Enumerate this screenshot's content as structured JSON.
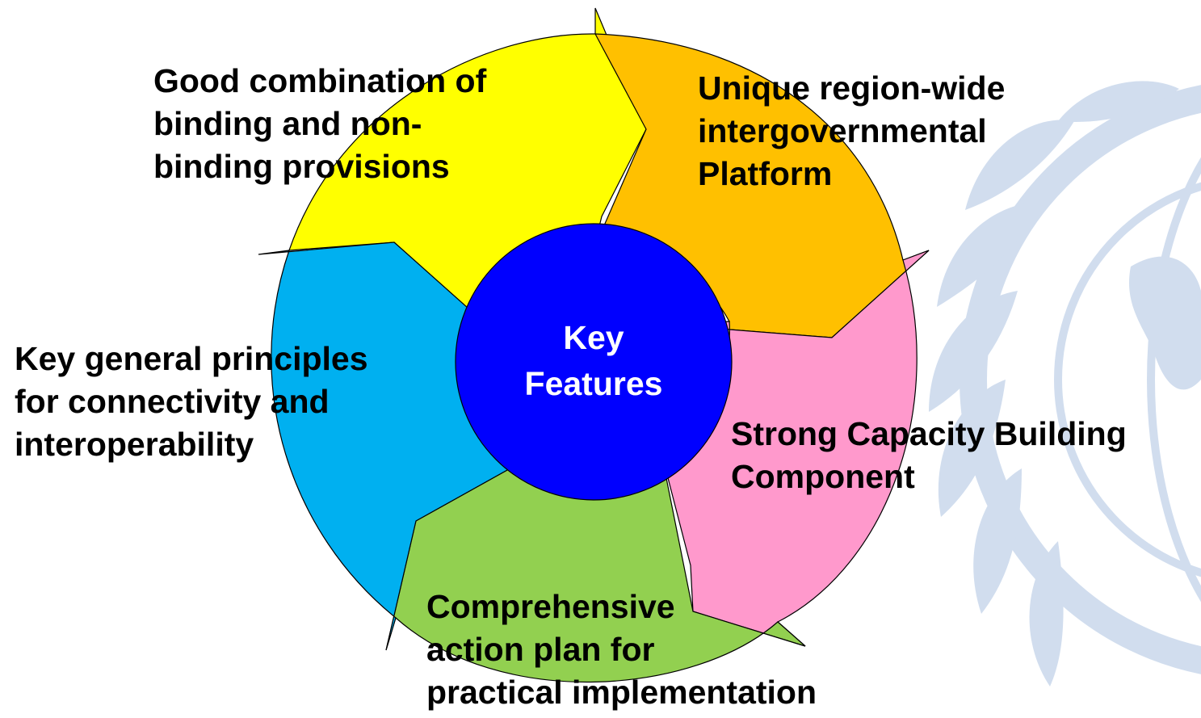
{
  "center": {
    "label": "Key\nFeatures",
    "color": "#0000FF"
  },
  "segments": [
    {
      "id": "top-left",
      "label": "Good combination of\nbinding and non-\nbinding provisions",
      "color": "#FFFF00"
    },
    {
      "id": "top-right",
      "label": "Unique region-wide\nintergovernmental\nPlatform",
      "color": "#FFC000"
    },
    {
      "id": "right",
      "label": "Strong Capacity Building\nComponent",
      "color": "#FF99CC"
    },
    {
      "id": "bottom",
      "label": "Comprehensive\naction plan for\npractical implementation",
      "color": "#92D050"
    },
    {
      "id": "left",
      "label": "Key general principles\nfor connectivity and\ninteroperability",
      "color": "#00B0F0"
    }
  ],
  "background": {
    "emblem": "un-emblem-watermark",
    "color": "#C9D8EC"
  }
}
